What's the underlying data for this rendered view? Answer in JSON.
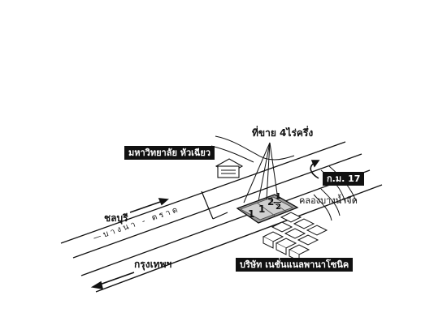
{
  "map": {
    "labels": {
      "university": "มหาวิทยาลัย หัวเฉียว",
      "land_for_sale": "ที่ขาย 4ไร่ครึ่ง",
      "km": "ก.ม. 17",
      "canal": "คลองบางน้ำจืด",
      "chonburi": "ชลบุรี",
      "road": "—บางนา - ตราด",
      "bangkok": "กรุงเทพฯ",
      "company": "บริษัท เนชั่นแนลพานาโซนิค"
    },
    "plot_numbers": [
      "1",
      "1",
      "2",
      "1",
      "2"
    ]
  }
}
